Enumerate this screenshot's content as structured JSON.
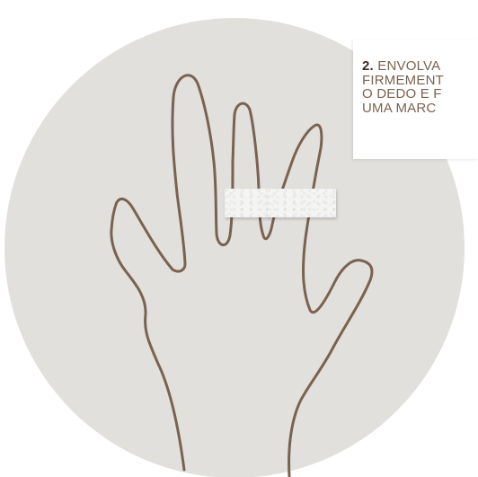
{
  "instruction": {
    "step_number": "2.",
    "lines": [
      "ENVOLVA",
      "FIRMEMENT",
      "O DEDO E F",
      "UMA MARC"
    ]
  },
  "colors": {
    "circle": "#e2e0dd",
    "hand_outline": "#7a6250",
    "text": "#7a6250",
    "step_number": "#3f2d22",
    "tape": "#f4f4f2"
  },
  "icons": {
    "hand": "hand-outline-illustration",
    "tape": "adhesive-tape"
  }
}
